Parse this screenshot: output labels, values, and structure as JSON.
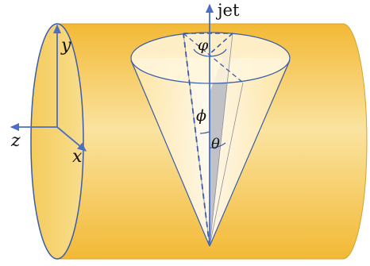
{
  "figure": {
    "type": "jet-cone-geometry-diagram",
    "colors": {
      "cylinder_body": "#f2b935",
      "cylinder_highlight": "#fbe3a0",
      "end_cap": "#f6d36e",
      "cone_fill": "#fff6dc",
      "cone_shadow": "#b5b9c2",
      "axis_blue": "#4a6fc4",
      "outline_blue": "#3a5dab"
    },
    "labels": {
      "jet": "jet",
      "y_axis": "y",
      "z_axis": "z",
      "x_axis": "x",
      "azimuth": "φ",
      "opening_angle": "ϕ",
      "polar_angle": "θ"
    }
  }
}
